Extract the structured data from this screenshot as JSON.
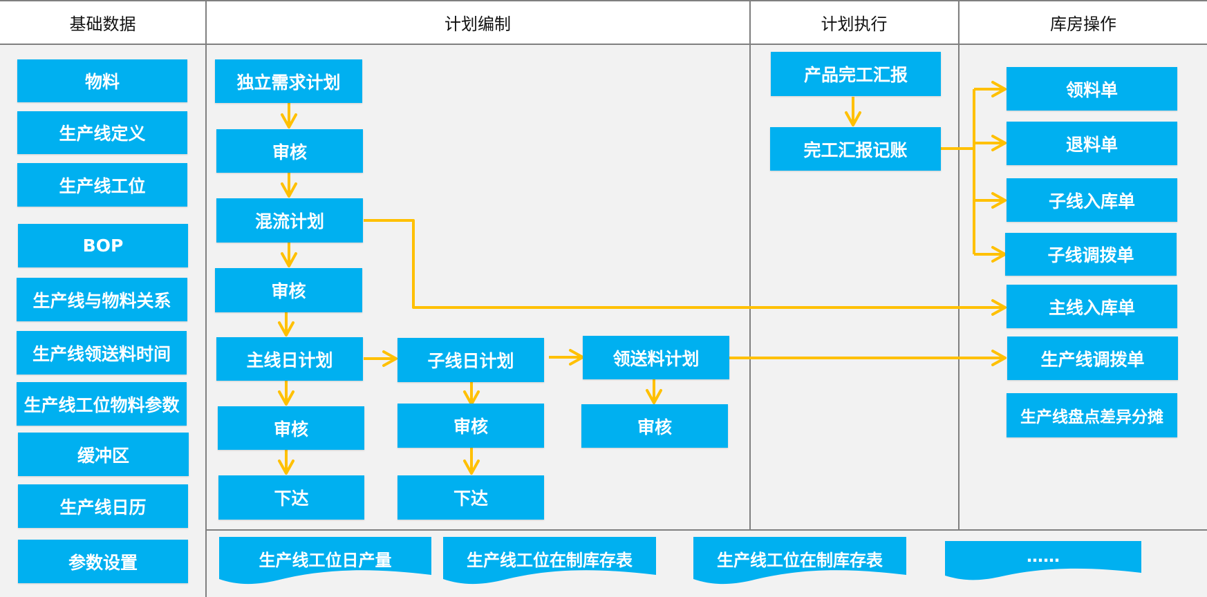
{
  "colors": {
    "box": "#00b0f0",
    "arrow": "#ffc000",
    "background": "#f2f2f2",
    "divider": "#7f7f7f"
  },
  "headers": {
    "basic": "基础数据",
    "planning": "计划编制",
    "execution": "计划执行",
    "warehouse": "库房操作"
  },
  "basic_data": [
    "物料",
    "生产线定义",
    "生产线工位",
    "BOP",
    "生产线与物料关系",
    "生产线领送料时间",
    "生产线工位物料参数",
    "缓冲区",
    "生产线日历",
    "参数设置"
  ],
  "planning": {
    "independent_demand": "独立需求计划",
    "audit": "审核",
    "mixed_flow": "混流计划",
    "main_daily": "主线日计划",
    "sub_daily": "子线日计划",
    "material_delivery": "领送料计划",
    "release": "下达"
  },
  "execution": {
    "completion_report": "产品完工汇报",
    "completion_posting": "完工汇报记账"
  },
  "warehouse": [
    "领料单",
    "退料单",
    "子线入库单",
    "子线调拨单",
    "主线入库单",
    "生产线调拨单",
    "生产线盘点差异分摊"
  ],
  "reports": [
    "生产线工位日产量",
    "生产线工位在制库存表",
    "生产线工位在制库存表",
    "……"
  ]
}
